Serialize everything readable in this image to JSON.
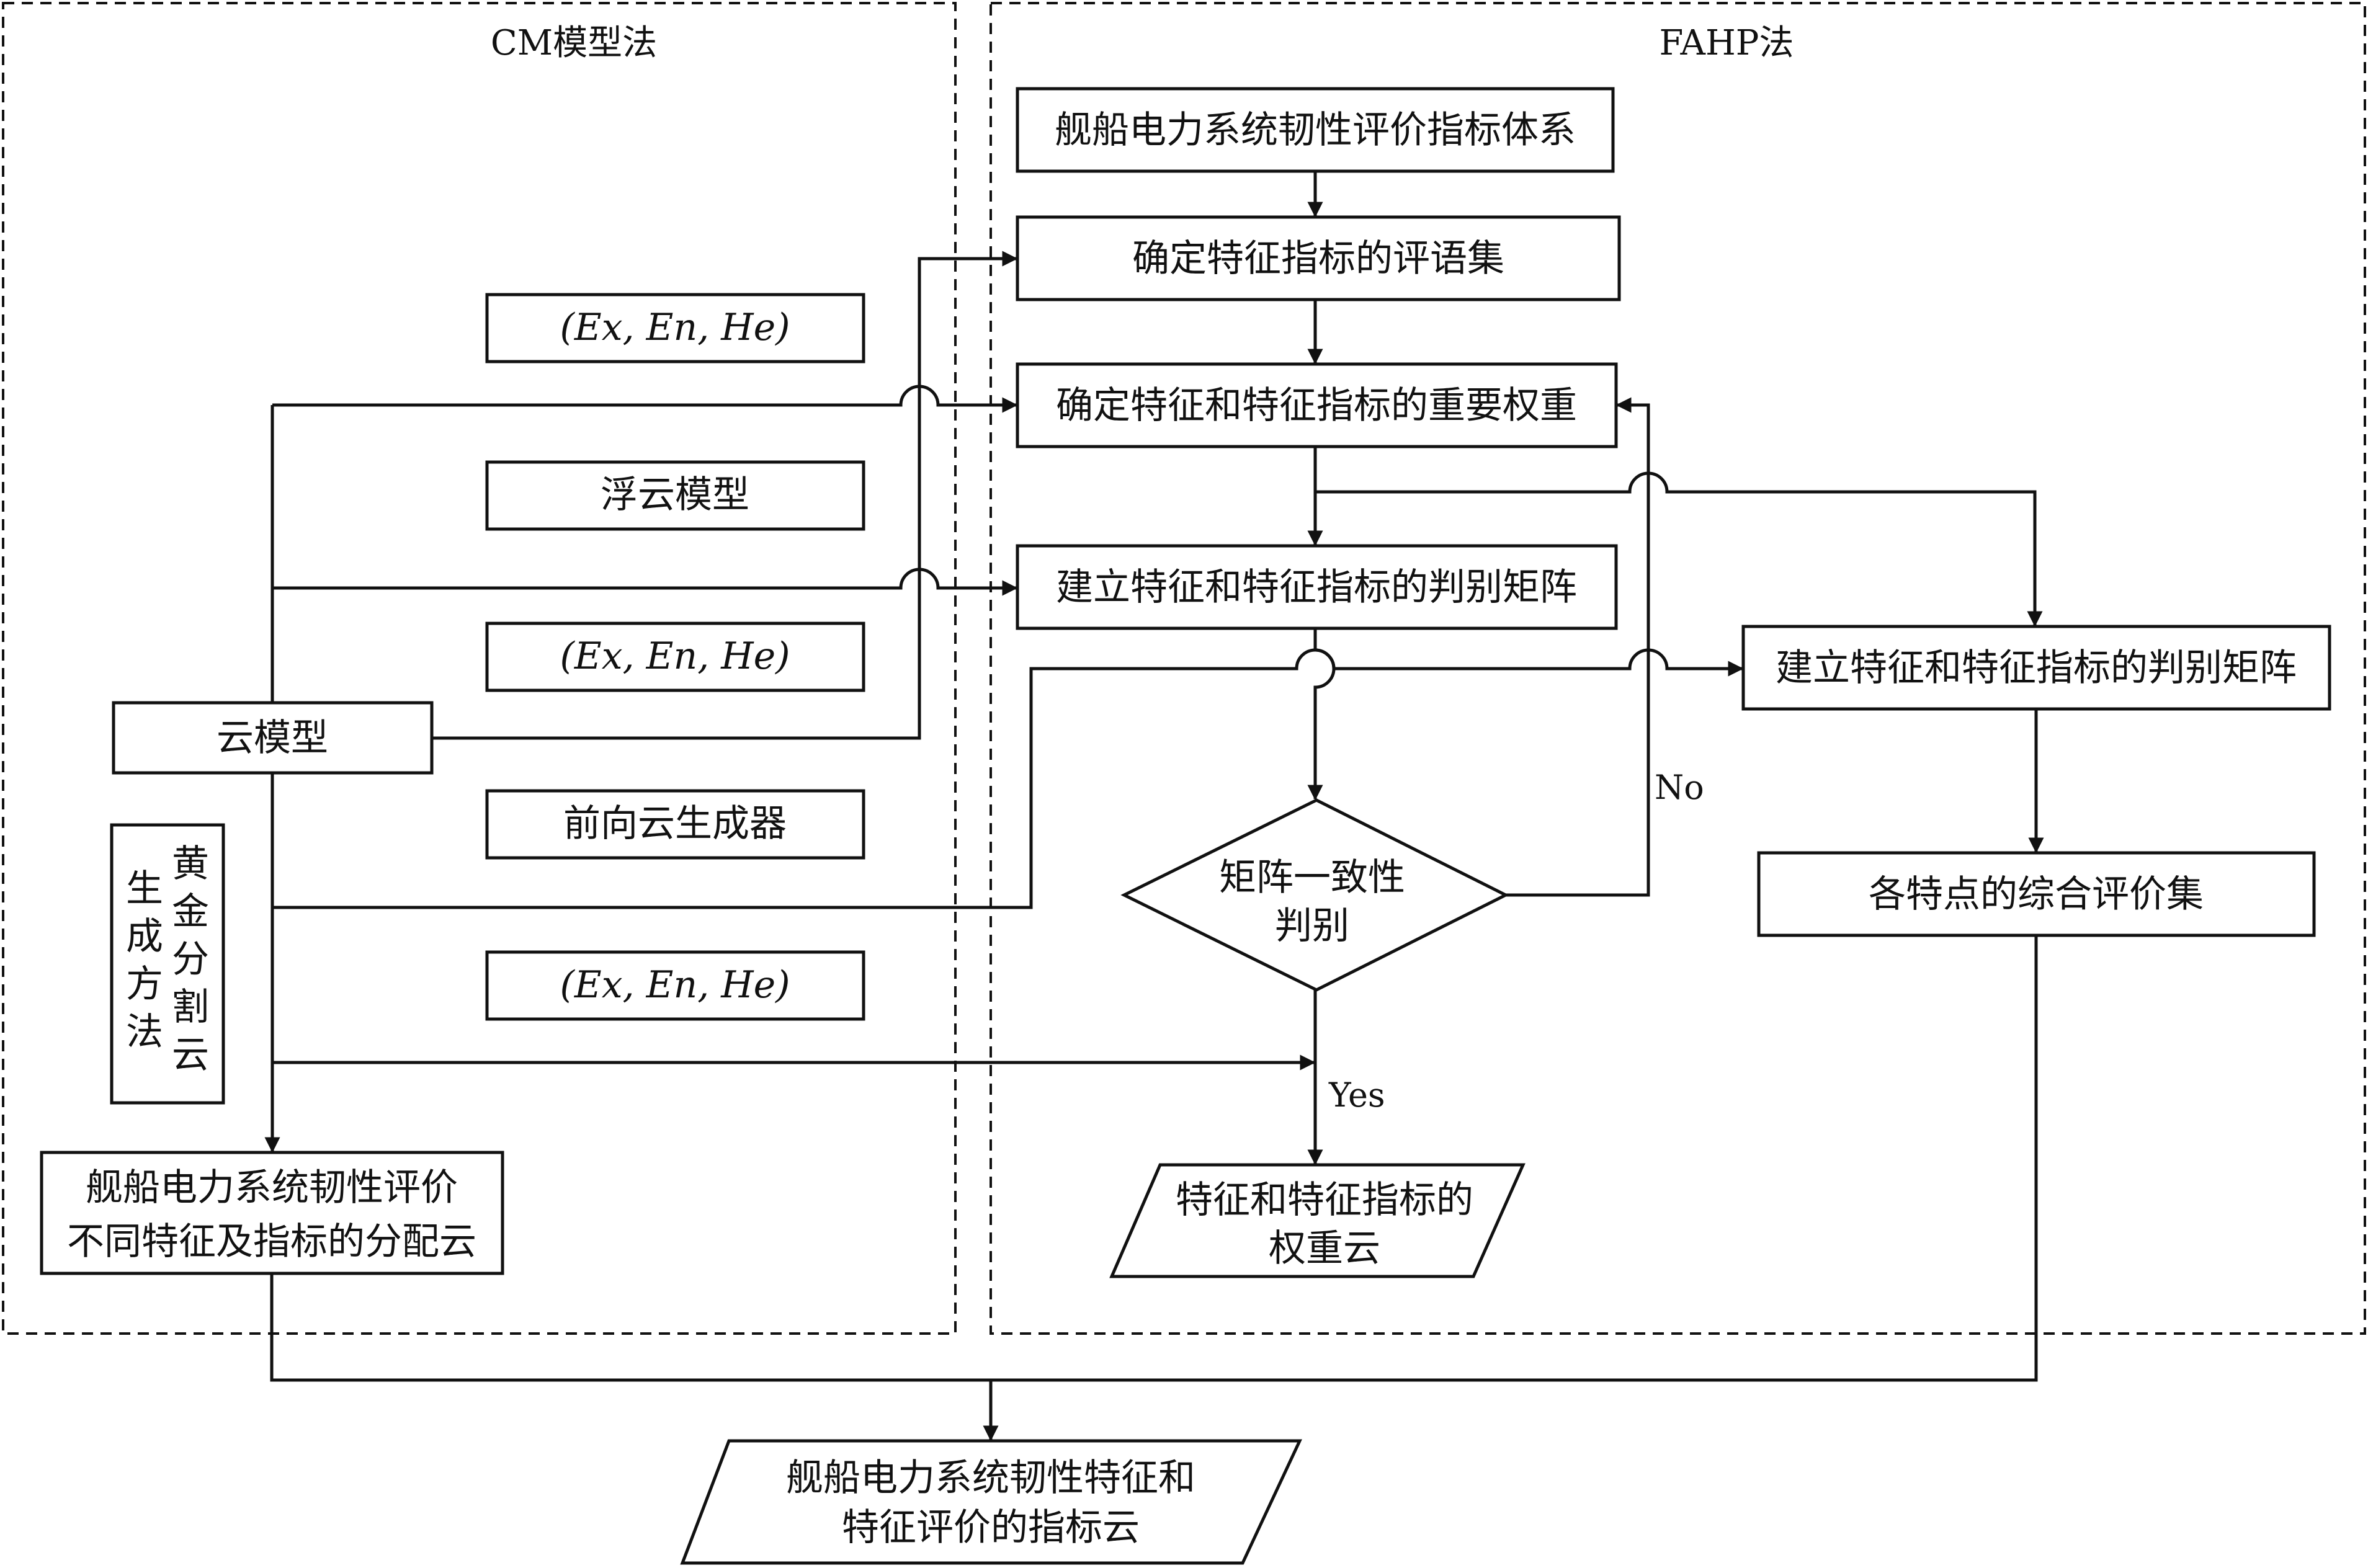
{
  "sections": {
    "cm_title": "CM模型法",
    "fahp_title": "FAHP法"
  },
  "cm": {
    "param_1": "(Ex, En, He)",
    "floating_cloud": "浮云模型",
    "param_2": "(Ex, En, He)",
    "forward_generator": "前向云生成器",
    "param_3": "(Ex, En, He)",
    "cloud_model": "云模型",
    "golden_col1": [
      "生",
      "成",
      "方",
      "法"
    ],
    "golden_col2": [
      "黄",
      "金",
      "分",
      "割",
      "云"
    ],
    "distribution_line1": "舰船电力系统韧性评价",
    "distribution_line2": "不同特征及指标的分配云"
  },
  "fahp": {
    "index_system": "舰船电力系统韧性评价指标体系",
    "comment_set": "确定特征指标的评语集",
    "importance_weight": "确定特征和特征指标的重要权重",
    "judgment_matrix": "建立特征和特征指标的判别矩阵",
    "judgment_matrix_right": "建立特征和特征指标的判别矩阵",
    "consistency_line1": "矩阵一致性",
    "consistency_line2": "判别",
    "no_label": "No",
    "yes_label": "Yes",
    "weight_cloud_line1": "特征和特征指标的",
    "weight_cloud_line2": "权重云",
    "composite_eval": "各特点的综合评价集"
  },
  "result": {
    "line1": "舰船电力系统韧性特征和",
    "line2": "特征评价的指标云"
  }
}
